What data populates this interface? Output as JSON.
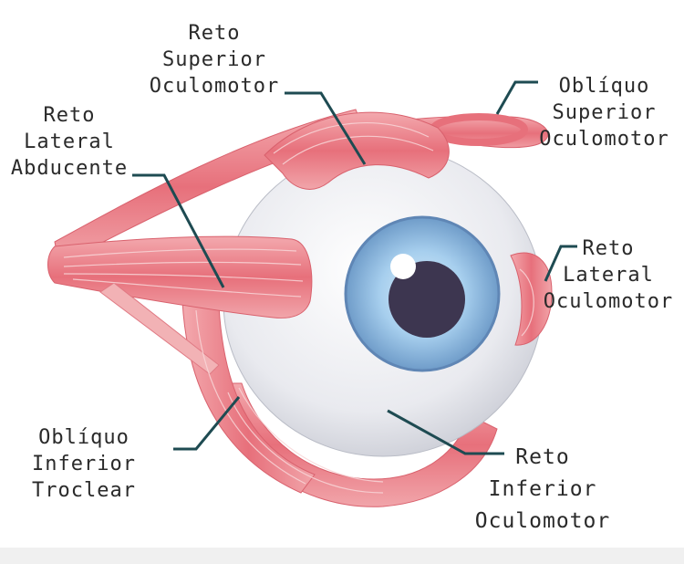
{
  "colors": {
    "background": "#ffffff",
    "muscle": "#e9747e",
    "muscle_light": "#f3b6b8",
    "muscle_stripe": "#f6d3d4",
    "sclera": "#ecedf1",
    "iris": "#9ec9ea",
    "iris_ring": "#5f86b5",
    "pupil": "#3d3650",
    "leader_line": "#1e4b52",
    "text": "#2a2a2a"
  },
  "labels": {
    "reto_superior": [
      "Reto",
      "Superior",
      "Oculomotor"
    ],
    "obliquo_superior": [
      "Oblíquo",
      "Superior",
      "Oculomotor"
    ],
    "reto_lateral_abducente": [
      "Reto",
      "Lateral",
      "Abducente"
    ],
    "reto_lateral_oculomotor": [
      "Reto",
      "Lateral",
      "Oculomotor"
    ],
    "obliquo_inferior": [
      "Oblíquo",
      "Inferior",
      "Troclear"
    ],
    "reto_inferior": [
      "Reto",
      "Inferior",
      "Oculomotor"
    ]
  }
}
